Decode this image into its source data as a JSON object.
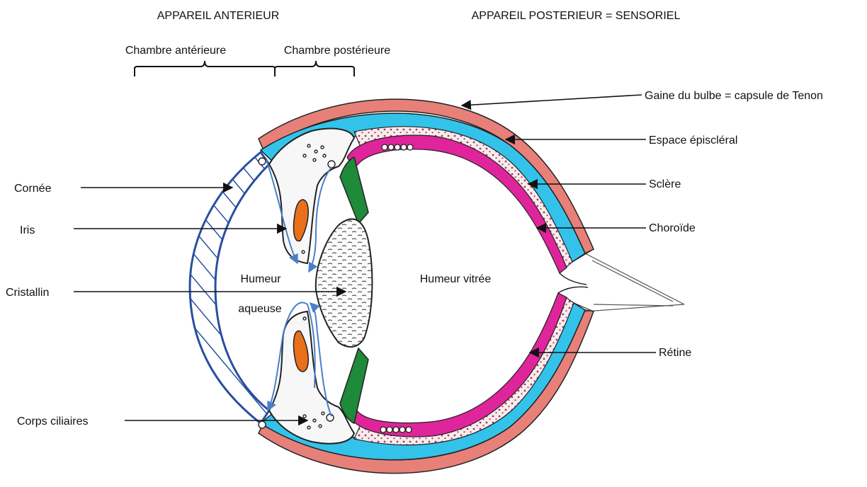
{
  "headers": {
    "anterior": "APPAREIL ANTERIEUR",
    "posterior": "APPAREIL POSTERIEUR = SENSORIEL"
  },
  "chambers": {
    "anterior": "Chambre antérieure",
    "posterior": "Chambre postérieure"
  },
  "labels_left": {
    "cornea": "Cornée",
    "iris": "Iris",
    "lens": "Cristallin",
    "ciliary_body": "Corps ciliaires"
  },
  "labels_right": {
    "tenon": "Gaine du bulbe = capsule de Tenon",
    "episcleral": "Espace épiscléral",
    "sclera": "Sclère",
    "choroid": "Choroïde",
    "retina": "Rétine"
  },
  "interior": {
    "aqueous_1": "Humeur",
    "aqueous_2": "aqueuse",
    "vitreous": "Humeur vitrée"
  },
  "colors": {
    "tenon": "#e8807a",
    "sclera": "#33c3ea",
    "choroid": "#e0249b",
    "retina_dots": "#c0304a",
    "cornea": "#2a4fa0",
    "ciliary_muscle": "#1e8a3a",
    "iris_pigment": "#e8701a",
    "flow_arrow": "#4a7fc8",
    "outline": "#222222"
  }
}
